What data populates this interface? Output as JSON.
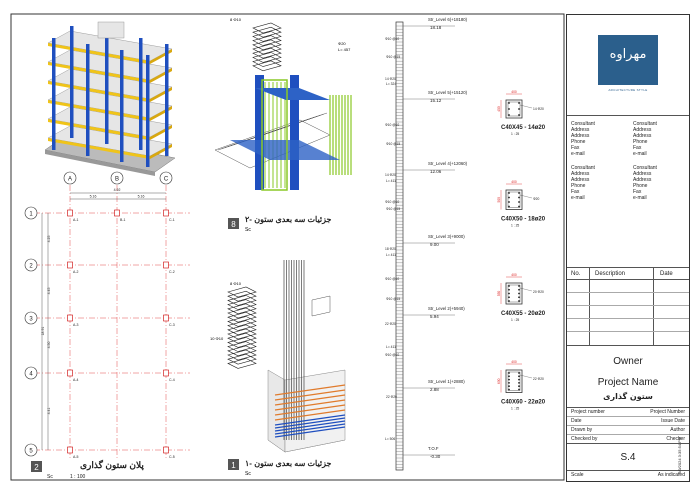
{
  "colors": {
    "accent": "#2b5f8c",
    "steel_blue": "#1f4fbf",
    "beam_yellow": "#f0c419",
    "rebar_green": "#8ac926",
    "rebar_orange": "#e07b2c",
    "grid_red": "#d22"
  },
  "views": {
    "plan": {
      "number": "2",
      "title": "پلان ستون گذاری",
      "scale_prefix": "Sc",
      "scale": "1 : 100",
      "axes_cols": [
        "A",
        "B",
        "C"
      ],
      "axes_rows": [
        "1",
        "2",
        "3",
        "4",
        "5"
      ],
      "dims_top": [
        "4.92",
        "5.16",
        "5.16"
      ],
      "dims_left": [
        "4.25",
        "4.45",
        "4.50",
        "4.41",
        "18.91"
      ],
      "column_tags": {
        "r1": [
          "A-1",
          "B-1",
          "C-1"
        ],
        "r2": [
          "A-2",
          "C-2"
        ],
        "r3": [
          "A-3",
          "C-3"
        ],
        "r4": [
          "A-4",
          "C-4"
        ],
        "r5": [
          "A-5",
          "C-5"
        ]
      }
    },
    "detail8": {
      "number": "8",
      "title": "۲- جزئیات سه بعدی ستون",
      "scale": "Sc",
      "note1": "8 Φ10",
      "note2": "Φ20",
      "note3": "L= 457"
    },
    "detail1": {
      "number": "1",
      "title": "۱- جزئیات سه بعدی ستون",
      "scale": "Sc",
      "note1": "8 Φ10",
      "note2": "10 Φ10"
    }
  },
  "levels": [
    {
      "name": "Str_Level 6(+18180)",
      "value": "18.18"
    },
    {
      "name": "Str_Level 5(+15120)",
      "value": "15.12"
    },
    {
      "name": "Str_Level 4(+12060)",
      "value": "12.06"
    },
    {
      "name": "Str_Level 3(+9000)",
      "value": "9.00"
    },
    {
      "name": "Str_Level 2(+5940)",
      "value": "5.94"
    },
    {
      "name": "Str_Level 1(+2880)",
      "value": "2.88"
    },
    {
      "name": "T.O.F",
      "value": "-0.30"
    }
  ],
  "elevation_notes": [
    "Φ10 @10",
    "Φ10 @15",
    "14 Φ20",
    "L= 324",
    "Φ10 @10",
    "Φ10 @15",
    "14 Φ20",
    "L= 411",
    "Φ10 @10",
    "Φ10 @15",
    "18 Φ20",
    "L= 411",
    "Φ10 @10",
    "Φ10 @15",
    "22 Φ20",
    "L= 411",
    "Φ10 @10",
    "22 Φ20",
    "L= 506"
  ],
  "sections": [
    {
      "name": "C40X45 - 14ø20",
      "scale": "1 : 25",
      "bars": "14 Φ20",
      "dim_w": "400",
      "dim_h": "450"
    },
    {
      "name": "C40X50 - 18ø20",
      "scale": "1 : 25",
      "bars": "Φ20",
      "dim_w": "400",
      "dim_h": "500"
    },
    {
      "name": "C40X55 - 20ø20",
      "scale": "1 : 25",
      "bars": "20 Φ20",
      "dim_w": "400",
      "dim_h": "550"
    },
    {
      "name": "C40X60 - 22ø20",
      "scale": "1 : 25",
      "bars": "22 Φ20",
      "dim_w": "400",
      "dim_h": "600"
    }
  ],
  "title_block": {
    "logo_text": "مهراوه",
    "logo_sub": "ARCHITECTURE STYLE",
    "consultants": [
      [
        "Consultant",
        "Address",
        "Address",
        "Phone",
        "Fax",
        "e-mail"
      ],
      [
        "Consultant",
        "Address",
        "Address",
        "Phone",
        "Fax",
        "e-mail"
      ],
      [
        "Consultant",
        "Address",
        "Address",
        "Phone",
        "Fax",
        "e-mail"
      ],
      [
        "Consultant",
        "Address",
        "Address",
        "Phone",
        "Fax",
        "e-mail"
      ]
    ],
    "rev_headers": [
      "No.",
      "Description",
      "Date"
    ],
    "owner": "Owner",
    "project_name": "Project Name",
    "sheet_name": "ستون گذاری",
    "fields": [
      [
        "Project number",
        "Project Number"
      ],
      [
        "Date",
        "Issue Date"
      ],
      [
        "Drawn by",
        "Author"
      ],
      [
        "Checked by",
        "Checker"
      ]
    ],
    "sheet_no": "S.4",
    "scale_label": "Scale",
    "scale_value": "As indicated",
    "timestamp": "9/9/2024 3:35:54 PM"
  }
}
